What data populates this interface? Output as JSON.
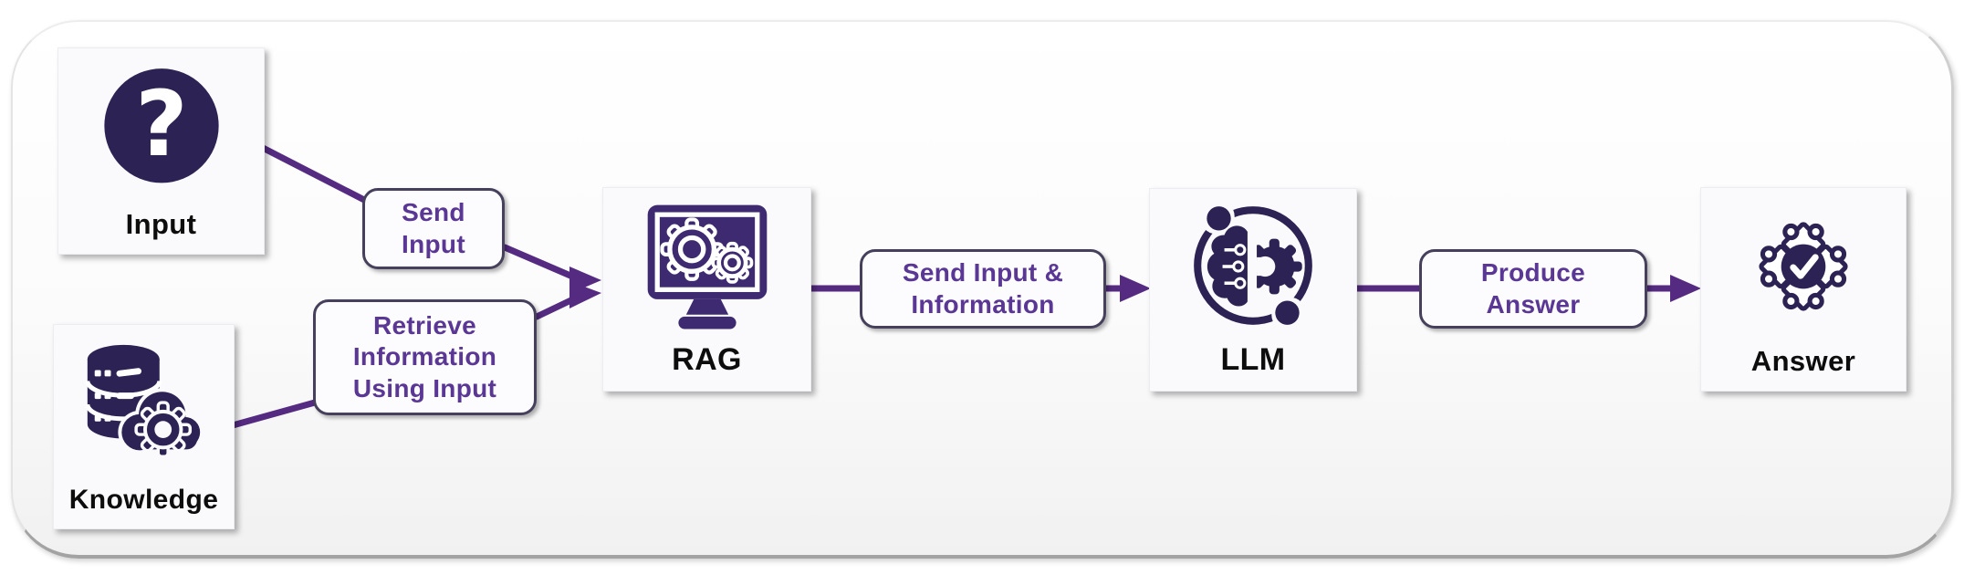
{
  "diagram": {
    "title": "RAG flow diagram",
    "nodes": {
      "input": {
        "label": "Input",
        "icon": "question-icon"
      },
      "knowledge": {
        "label": "Knowledge",
        "icon": "database-gear-icon"
      },
      "rag": {
        "label": "RAG",
        "icon": "monitor-gears-icon"
      },
      "llm": {
        "label": "LLM",
        "icon": "brain-gear-icon"
      },
      "answer": {
        "label": "Answer",
        "icon": "puzzle-check-icon"
      }
    },
    "edge_labels": {
      "send_input": "Send Input",
      "retrieve": "Retrieve Information Using Input",
      "send_info": "Send Input & Information",
      "produce": "Produce Answer"
    },
    "connections": [
      "Input -> Send Input -> RAG",
      "Knowledge -> Retrieve Information Using Input -> RAG",
      "RAG -> Send Input & Information -> LLM",
      "LLM -> Produce Answer -> Answer"
    ],
    "colors": {
      "icon_dark_navy": "#2c2253",
      "rag_monitor_purple": "#3d2a70",
      "arrow_purple": "#552b82",
      "edge_label_text": "#5a3794",
      "edge_label_border": "#46405c",
      "node_label_text": "#0d0d0d",
      "node_background": "#fafafc",
      "panel_background": "#f7f7f7"
    }
  }
}
